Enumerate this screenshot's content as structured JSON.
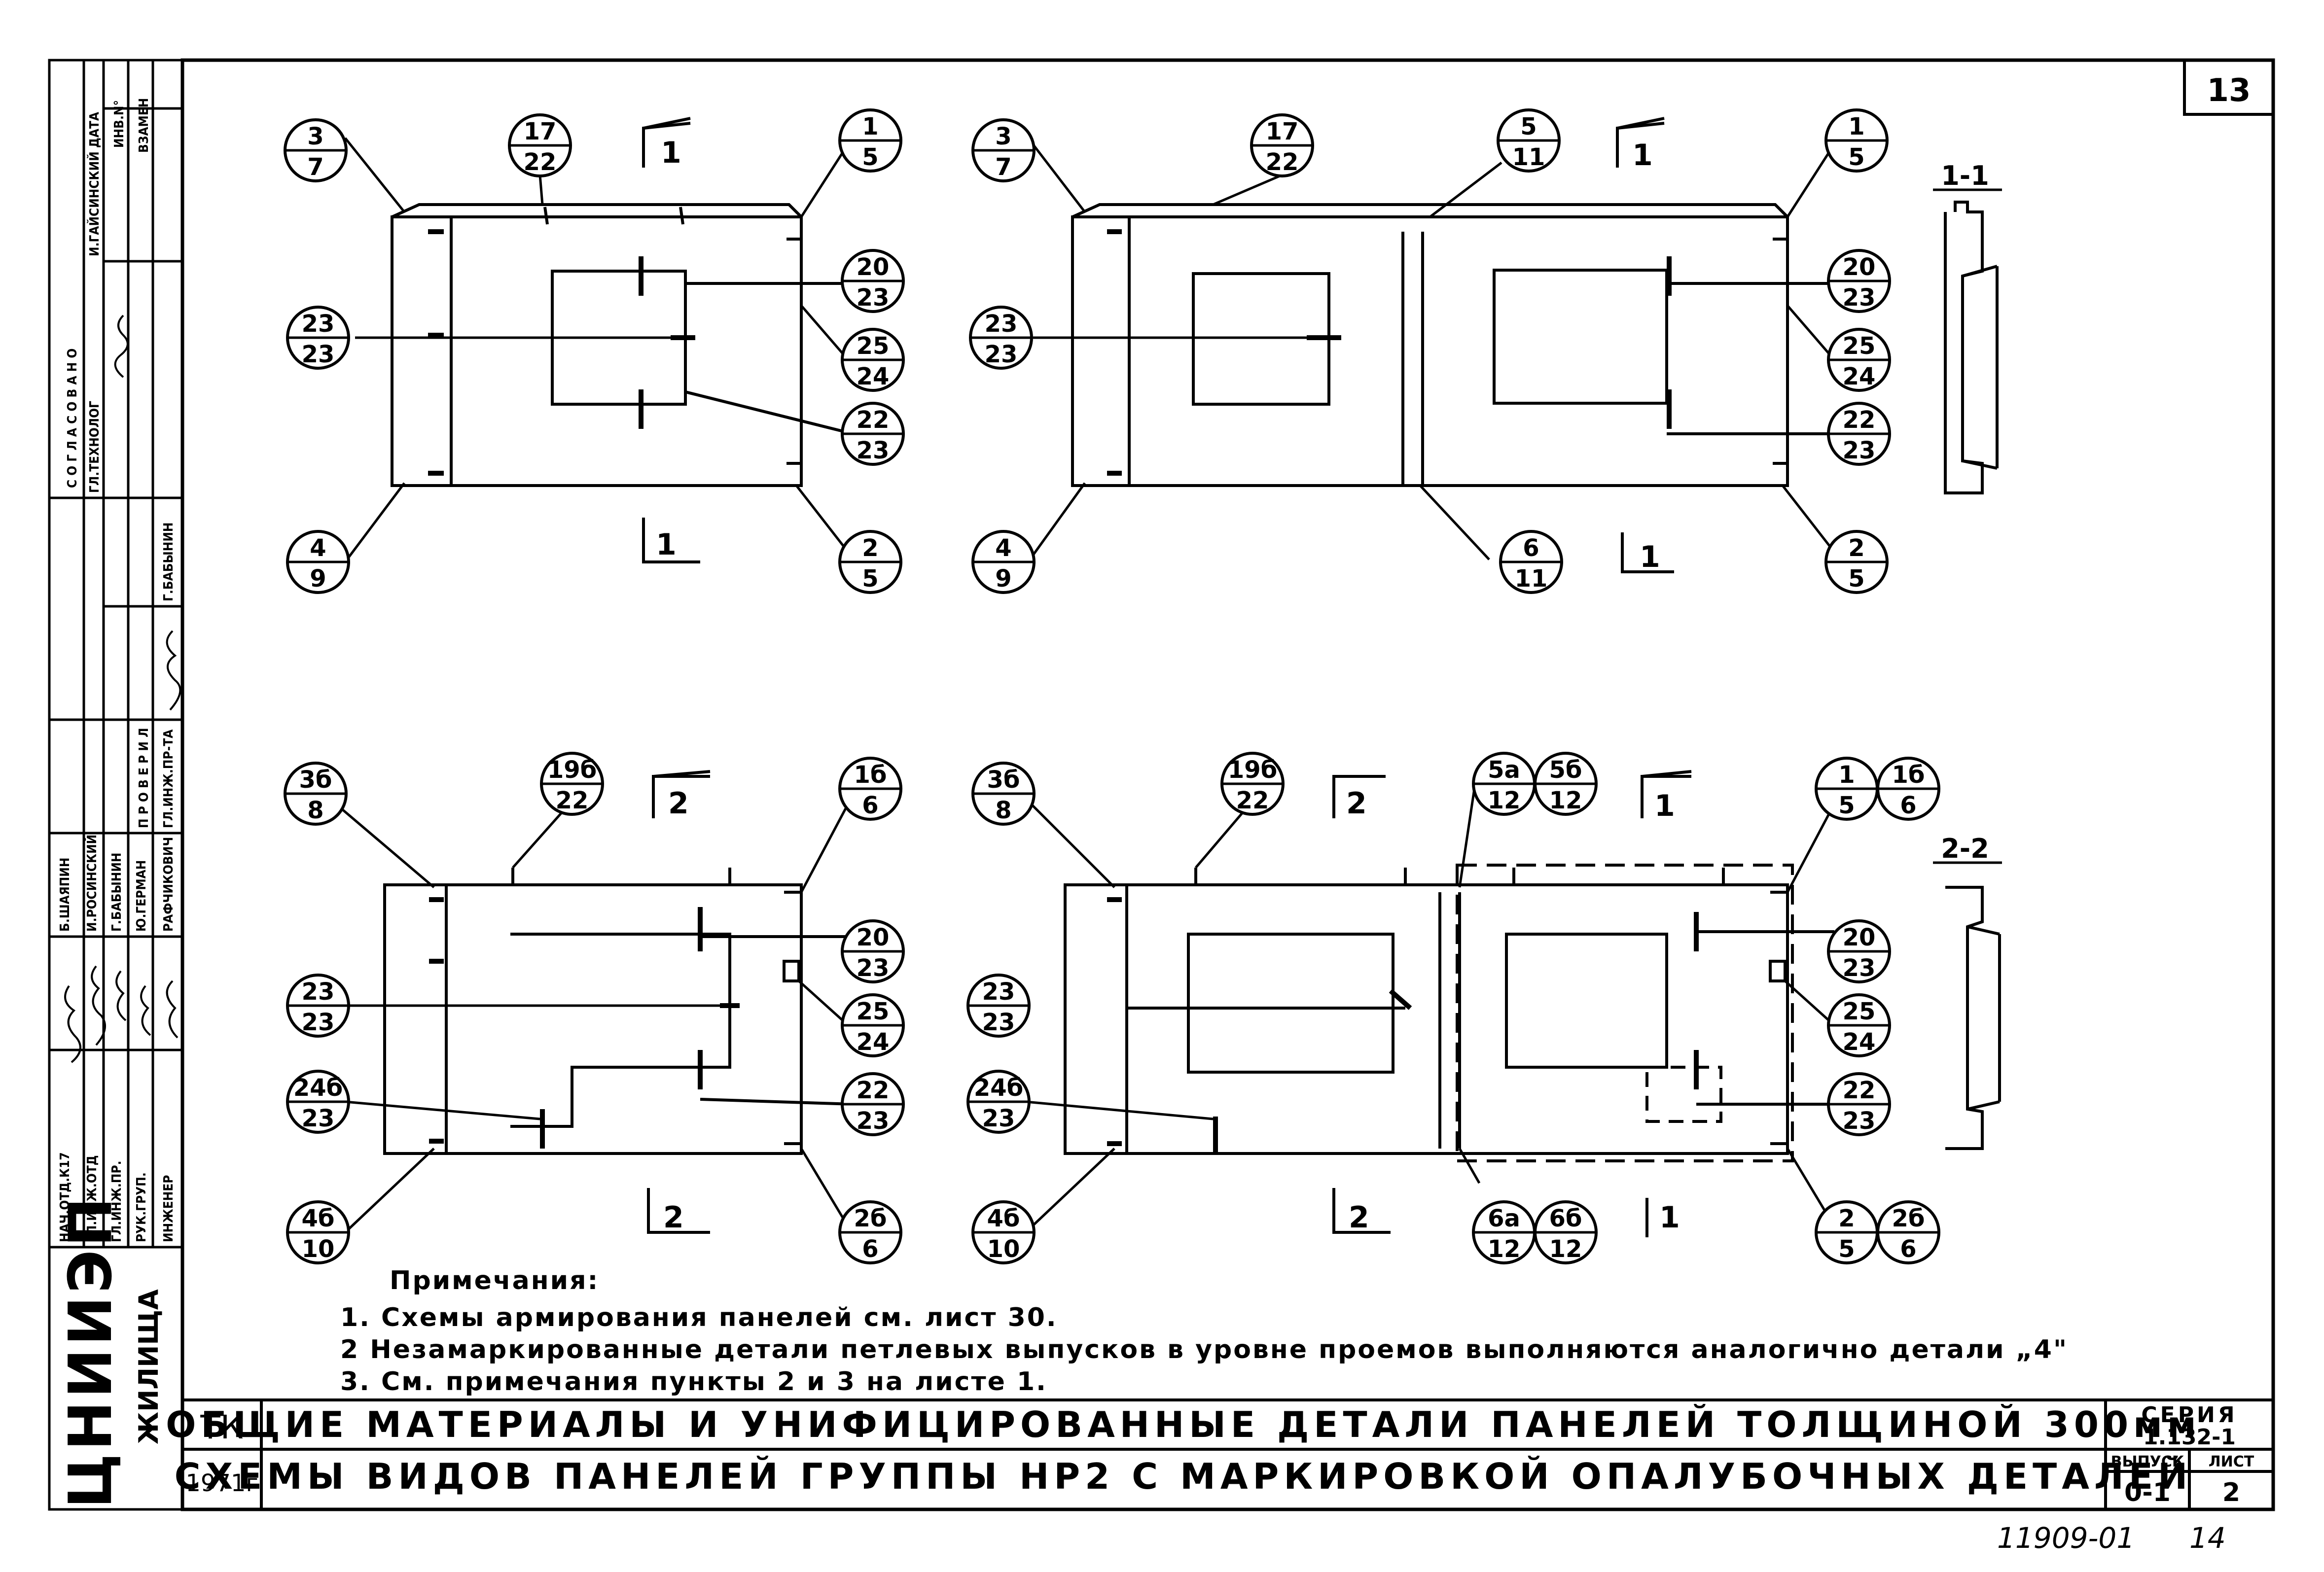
{
  "sheet": {
    "page_number": "13",
    "bottom_code": "11909-01",
    "bottom_number": "14"
  },
  "stamp": {
    "soglasovano": "С О Г Л А С О В А Н О",
    "proverka": "П Р О В Е Р И Л",
    "col_data": "ДАТА",
    "col_inv": "ИНВ.N°",
    "col_vzamen": "ВЗАМЕН",
    "approver_rows": [
      {
        "role": "ГЛ.ТЕХНОЛОГ",
        "name": "И.ГАЙСИНСКИЙ"
      },
      {
        "role": "ГЛ.ИНЖ.ПР-ТА",
        "name": "Г.БАБЫНИН"
      }
    ],
    "staff_rows": [
      {
        "role": "НАЧ.ОТД.К17",
        "name": "Б.ШАЯПИН"
      },
      {
        "role": "ГЛ.ИНЖ.ОТД",
        "name": "И.РОСИНСКИЙ"
      },
      {
        "role": "ГЛ.ИНЖ.ПР.",
        "name": "Г.БАБЫНИН"
      },
      {
        "role": "РУК.ГРУП.",
        "name": "Ю.ГЕРМАН"
      },
      {
        "role": "ИНЖЕНЕР",
        "name": "РАФЧИКОВИЧ"
      }
    ],
    "org_logo": "ЦНИИЭП",
    "org_subtitle": "ЖИЛИЩА"
  },
  "views": {
    "section_1": "1-1",
    "section_2": "2-2",
    "cut_1": "1",
    "cut_2": "2"
  },
  "callouts": [
    {
      "id": "a1",
      "top": "3",
      "bottom": "7"
    },
    {
      "id": "a2",
      "top": "17",
      "bottom": "22"
    },
    {
      "id": "a3",
      "top": "1",
      "bottom": "5"
    },
    {
      "id": "a4",
      "top": "20",
      "bottom": "23"
    },
    {
      "id": "a5",
      "top": "23",
      "bottom": "23"
    },
    {
      "id": "a6",
      "top": "25",
      "bottom": "24"
    },
    {
      "id": "a7",
      "top": "22",
      "bottom": "23"
    },
    {
      "id": "a8",
      "top": "4",
      "bottom": "9"
    },
    {
      "id": "a9",
      "top": "2",
      "bottom": "5"
    },
    {
      "id": "b1",
      "top": "3",
      "bottom": "7"
    },
    {
      "id": "b2",
      "top": "17",
      "bottom": "22"
    },
    {
      "id": "b3",
      "top": "5",
      "bottom": "11"
    },
    {
      "id": "b4",
      "top": "1",
      "bottom": "5"
    },
    {
      "id": "b5",
      "top": "23",
      "bottom": "23"
    },
    {
      "id": "b6",
      "top": "20",
      "bottom": "23"
    },
    {
      "id": "b7",
      "top": "25",
      "bottom": "24"
    },
    {
      "id": "b8",
      "top": "22",
      "bottom": "23"
    },
    {
      "id": "b9",
      "top": "4",
      "bottom": "9"
    },
    {
      "id": "b10",
      "top": "6",
      "bottom": "11"
    },
    {
      "id": "b11",
      "top": "2",
      "bottom": "5"
    },
    {
      "id": "c1",
      "top": "3б",
      "bottom": "8"
    },
    {
      "id": "c2",
      "top": "19б",
      "bottom": "22"
    },
    {
      "id": "c3",
      "top": "1б",
      "bottom": "6"
    },
    {
      "id": "c4",
      "top": "20",
      "bottom": "23"
    },
    {
      "id": "c5",
      "top": "23",
      "bottom": "23"
    },
    {
      "id": "c6",
      "top": "25",
      "bottom": "24"
    },
    {
      "id": "c7",
      "top": "24б",
      "bottom": "23"
    },
    {
      "id": "c8",
      "top": "22",
      "bottom": "23"
    },
    {
      "id": "c9",
      "top": "4б",
      "bottom": "10"
    },
    {
      "id": "c10",
      "top": "2б",
      "bottom": "6"
    },
    {
      "id": "d1",
      "top": "3б",
      "bottom": "8"
    },
    {
      "id": "d2",
      "top": "19б",
      "bottom": "22"
    },
    {
      "id": "d3",
      "top": "5а",
      "bottom": "12"
    },
    {
      "id": "d4",
      "top": "5б",
      "bottom": "12"
    },
    {
      "id": "d5",
      "top": "1",
      "bottom": "5"
    },
    {
      "id": "d6",
      "top": "1б",
      "bottom": "6"
    },
    {
      "id": "d7",
      "top": "20",
      "bottom": "23"
    },
    {
      "id": "d8",
      "top": "23",
      "bottom": "23"
    },
    {
      "id": "d9",
      "top": "25",
      "bottom": "24"
    },
    {
      "id": "d10",
      "top": "24б",
      "bottom": "23"
    },
    {
      "id": "d11",
      "top": "22",
      "bottom": "23"
    },
    {
      "id": "d12",
      "top": "4б",
      "bottom": "10"
    },
    {
      "id": "d13",
      "top": "6а",
      "bottom": "12"
    },
    {
      "id": "d14",
      "top": "6б",
      "bottom": "12"
    },
    {
      "id": "d15",
      "top": "2",
      "bottom": "5"
    },
    {
      "id": "d16",
      "top": "2б",
      "bottom": "6"
    }
  ],
  "notes": {
    "heading": "Примечания:",
    "items": [
      "1. Схемы армирования панелей см. лист 30.",
      "2 Незамаркированные детали петлевых выпусков в уровне проемов выполняются аналогично детали „4\"",
      "3. См. примечания пункты 2 и 3 на листе 1."
    ]
  },
  "title_block": {
    "tk": "ТК",
    "year": "1971г",
    "title_line_1": "ОБЩИЕ МАТЕРИАЛЫ И УНИФИЦИРОВАННЫЕ ДЕТАЛИ ПАНЕЛЕЙ ТОЛЩИНОЙ 300мм",
    "title_line_2": "СХЕМЫ ВИДОВ ПАНЕЛЕЙ ГРУППЫ НР2 С МАРКИРОВКОЙ ОПАЛУБОЧНЫХ ДЕТАЛЕЙ",
    "series_label": "СЕРИЯ",
    "series_value": "1.132-1",
    "issue_label": "ВЫПУСК",
    "issue_value": "0-1",
    "sheet_label": "ЛИСТ",
    "sheet_value": "2"
  }
}
